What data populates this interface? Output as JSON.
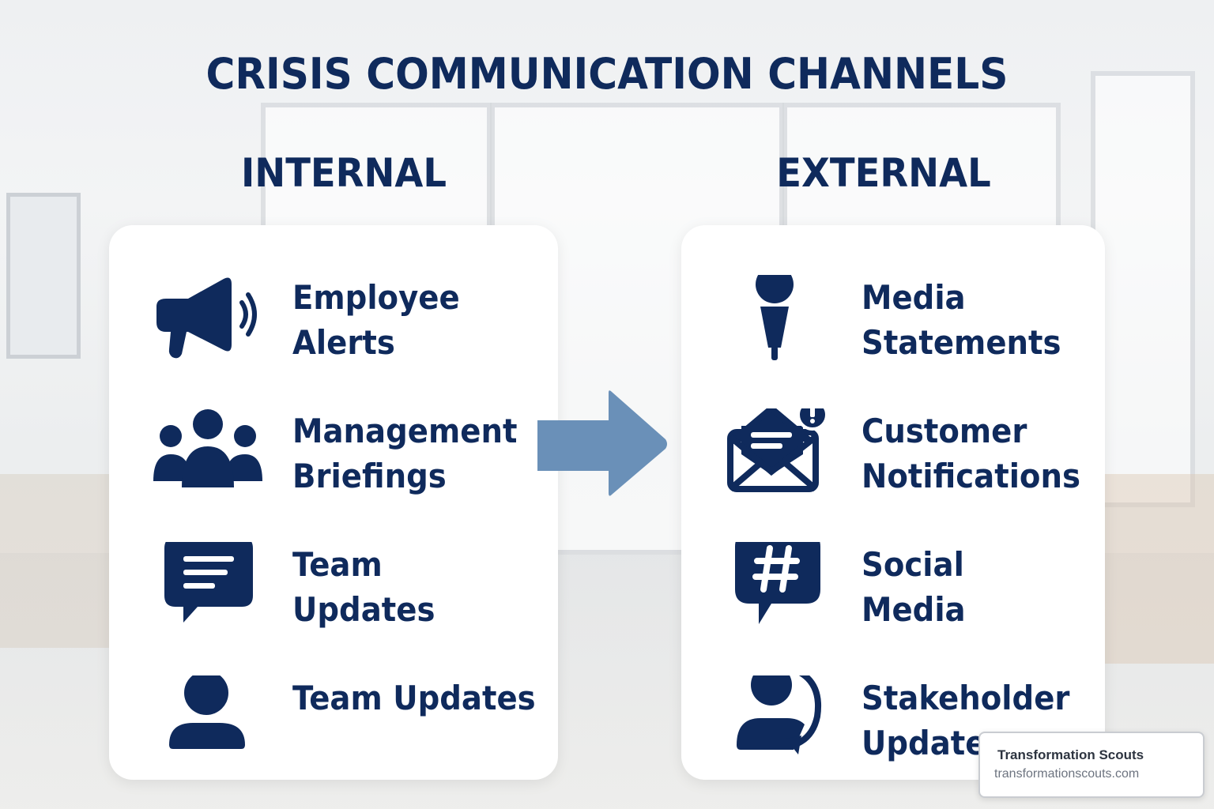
{
  "title": "CRISIS COMMUNICATION CHANNELS",
  "internal": {
    "heading": "INTERNAL",
    "items": [
      {
        "icon": "megaphone-icon",
        "line1": "Employee",
        "line2": "Alerts"
      },
      {
        "icon": "group-icon",
        "line1": "Management",
        "line2": "Briefings"
      },
      {
        "icon": "chat-bubble-icon",
        "line1": "Team",
        "line2": "Updates"
      },
      {
        "icon": "person-icon",
        "line1": "Team Updates",
        "line2": ""
      }
    ]
  },
  "external": {
    "heading": "EXTERNAL",
    "items": [
      {
        "icon": "microphone-icon",
        "line1": "Media",
        "line2": "Statements"
      },
      {
        "icon": "mail-alert-icon",
        "line1": "Customer",
        "line2": "Notifications"
      },
      {
        "icon": "hashtag-chat-icon",
        "line1": "Social",
        "line2": "Media"
      },
      {
        "icon": "person-refresh-icon",
        "line1": "Stakeholder",
        "line2": "Updates"
      }
    ]
  },
  "badge": {
    "name": "Transformation Scouts",
    "url": "transformationscouts.com"
  },
  "colors": {
    "navy": "#0f2a5c",
    "arrow": "#6a90b8",
    "card": "#ffffff"
  }
}
